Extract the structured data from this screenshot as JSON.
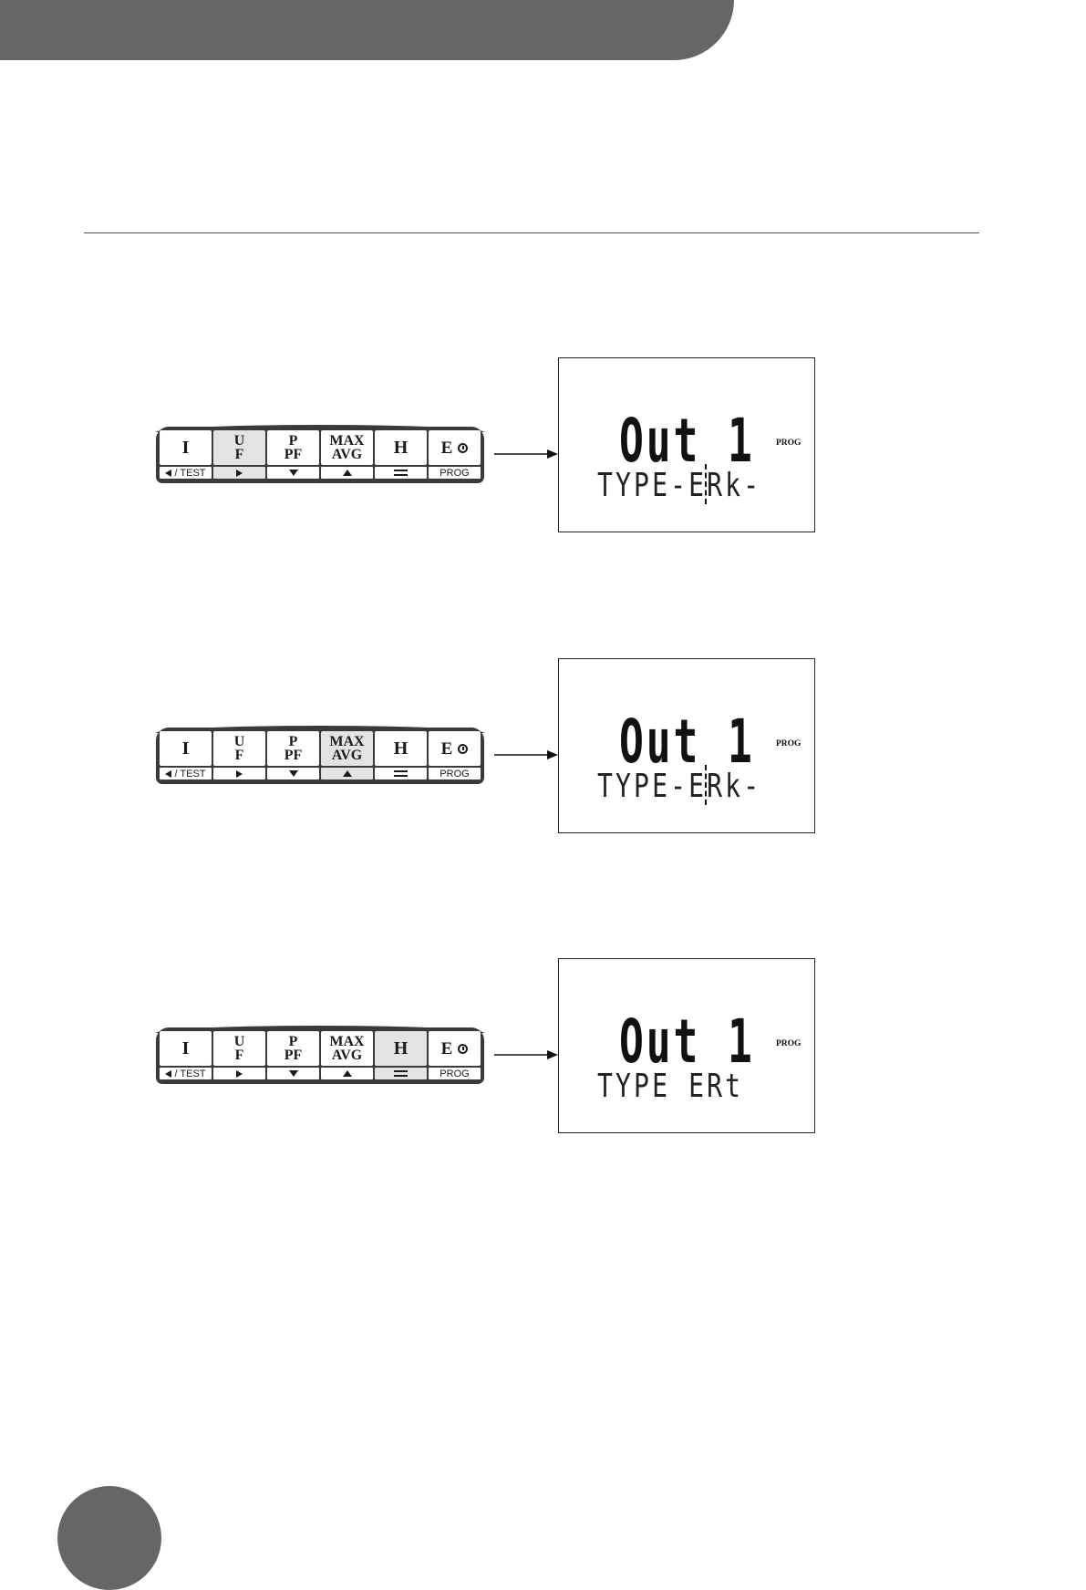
{
  "steps": [
    {
      "pressed_key": "uf",
      "lcd": {
        "main": "Out 1",
        "sub": "TYPE-ERk-",
        "indicator": "PROG"
      }
    },
    {
      "pressed_key": "maxavg",
      "lcd": {
        "main": "Out 1",
        "sub": "TYPE-ERk-",
        "indicator": "PROG"
      }
    },
    {
      "pressed_key": "h",
      "lcd": {
        "main": "Out 1",
        "sub": "TYPE ERt",
        "indicator": "PROG"
      }
    }
  ],
  "keypad": {
    "keys": [
      {
        "id": "i",
        "top": "I",
        "bottom": "/ TEST",
        "bottom_icon": "left-triangle-icon"
      },
      {
        "id": "uf",
        "top_line1": "U",
        "top_line2": "F",
        "bottom_icon": "right-triangle-icon"
      },
      {
        "id": "ppf",
        "top_line1": "P",
        "top_line2": "PF",
        "bottom_icon": "down-triangle-icon"
      },
      {
        "id": "maxavg",
        "top_line1": "MAX",
        "top_line2": "AVG",
        "bottom_icon": "up-triangle-icon"
      },
      {
        "id": "h",
        "top": "H",
        "bottom_icon": "enter-icon"
      },
      {
        "id": "e",
        "top": "E",
        "top_icon": "clock-icon",
        "bottom": "PROG"
      }
    ]
  },
  "colors": {
    "header": "#666666",
    "pressed_key": "#e3e3e3",
    "keypad_frame": "#3a3a3a"
  }
}
